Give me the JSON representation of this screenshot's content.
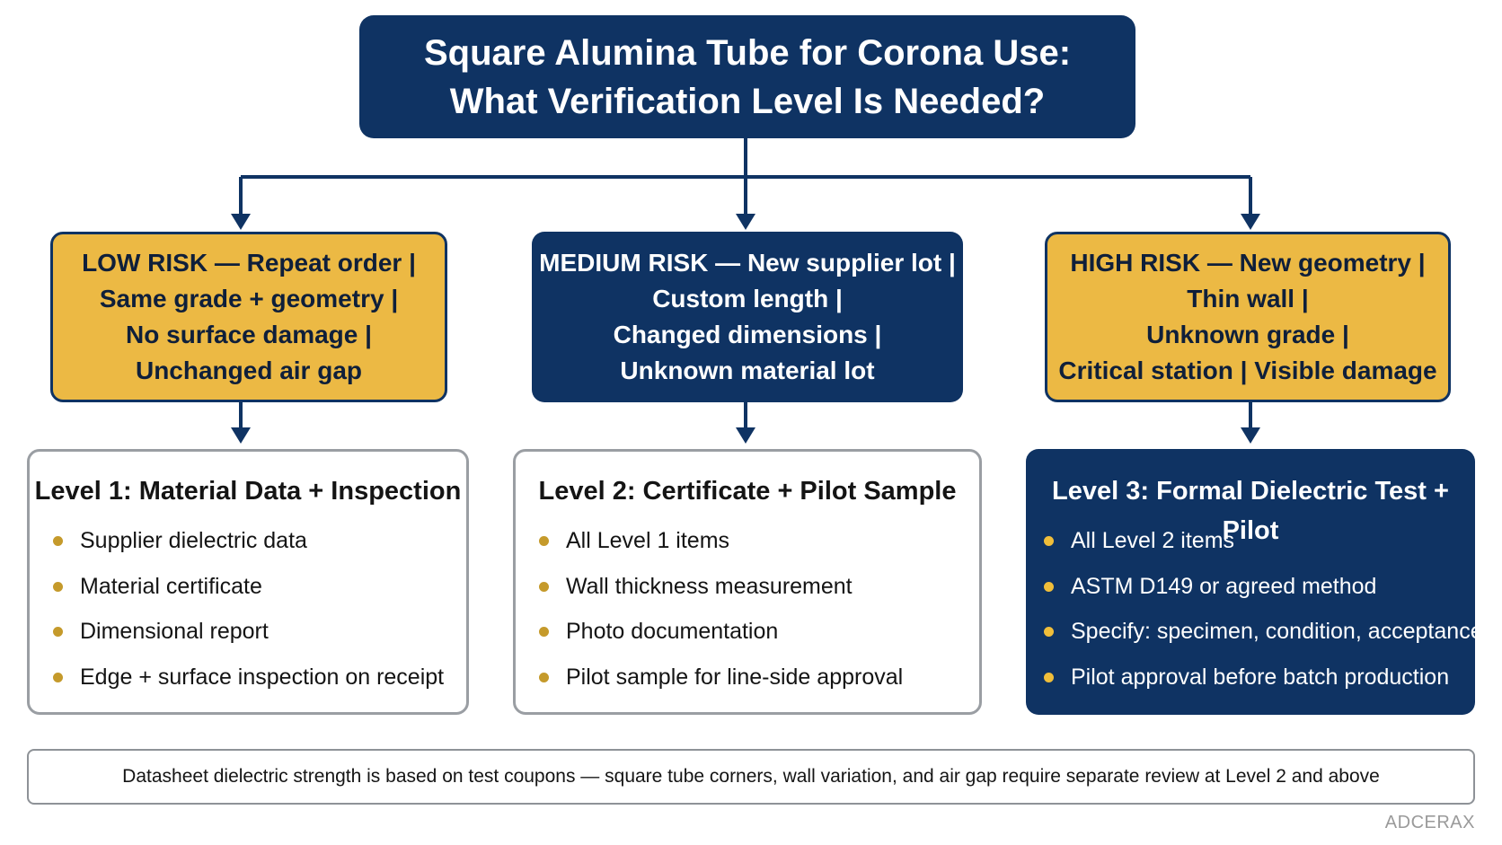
{
  "title": {
    "line1": "Square Alumina Tube for Corona Use:",
    "line2": "What Verification Level Is Needed?"
  },
  "risks": [
    {
      "lines": [
        "LOW RISK — Repeat order |",
        "Same grade + geometry |",
        "No surface damage |",
        "Unchanged air gap"
      ]
    },
    {
      "lines": [
        "MEDIUM RISK — New supplier lot |",
        "Custom length |",
        "Changed dimensions |",
        "Unknown material lot"
      ]
    },
    {
      "lines": [
        "HIGH RISK — New geometry |",
        "Thin wall |",
        "Unknown grade |",
        "Critical station | Visible damage"
      ]
    }
  ],
  "levels": [
    {
      "title": "Level 1: Material Data + Inspection",
      "items": [
        "Supplier dielectric data",
        "Material certificate",
        "Dimensional report",
        "Edge + surface inspection on receipt"
      ]
    },
    {
      "title": "Level 2: Certificate + Pilot Sample",
      "items": [
        "All Level 1 items",
        "Wall thickness measurement",
        "Photo documentation",
        "Pilot sample for line-side approval"
      ]
    },
    {
      "title": "Level 3: Formal Dielectric Test + Pilot",
      "items": [
        "All Level 2 items",
        "ASTM D149 or agreed method",
        "Specify: specimen, condition, acceptance",
        "Pilot approval before batch production"
      ]
    }
  ],
  "footnote": "Datasheet dielectric strength is based on test coupons — square tube corners, wall variation, and air gap require separate review at Level 2 and above",
  "brand": "ADCERAX",
  "colors": {
    "navy": "#0f3363",
    "gold": "#ecb944",
    "bullet": "#c59a2b"
  }
}
